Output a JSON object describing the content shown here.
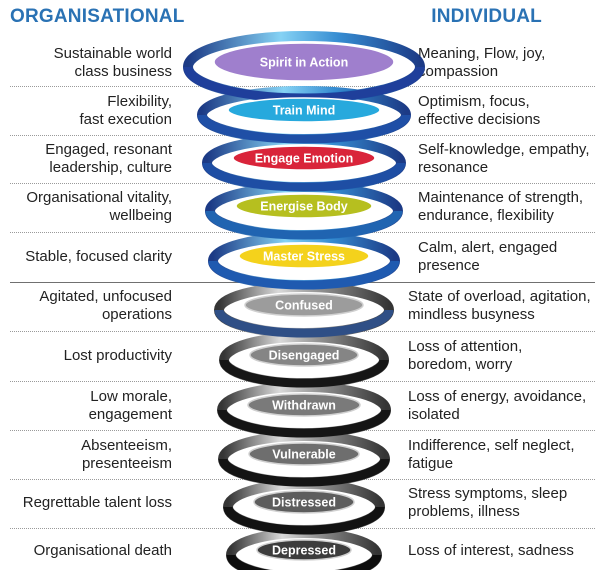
{
  "headers": {
    "left": "ORGANISATIONAL",
    "right": "INDIVIDUAL"
  },
  "levels": [
    {
      "stage": "Spirit in Action",
      "organisational": [
        "Sustainable world",
        "class business"
      ],
      "individual": [
        "Meaning, Flow, joy,",
        "compassion"
      ],
      "ring_color": "#9f7fcd",
      "band_color": "#1f3f9b"
    },
    {
      "stage": "Train Mind",
      "organisational": [
        "Flexibility,",
        "fast execution"
      ],
      "individual": [
        "Optimism, focus,",
        "effective decisions"
      ],
      "ring_color": "#27a9dd",
      "band_color": "#1f4fa6"
    },
    {
      "stage": "Engage Emotion",
      "organisational": [
        "Engaged, resonant",
        "leadership, culture"
      ],
      "individual": [
        "Self-knowledge, empathy,",
        "resonance"
      ],
      "ring_color": "#d9243a",
      "band_color": "#1e4ea4"
    },
    {
      "stage": "Energise Body",
      "organisational": [
        "Organisational vitality,",
        "wellbeing"
      ],
      "individual": [
        "Maintenance of strength,",
        "endurance, flexibility"
      ],
      "ring_color": "#b6bf1f",
      "band_color": "#2064b1"
    },
    {
      "stage": "Master Stress",
      "organisational": [
        "Stable, focused clarity"
      ],
      "individual": [
        "Calm, alert, engaged",
        "presence"
      ],
      "ring_color": "#f4d21c",
      "band_color": "#1f5ab0"
    },
    {
      "stage": "Confused",
      "organisational": [
        "Agitated, unfocused",
        "operations"
      ],
      "individual": [
        "State of overload, agitation,",
        "mindless busyness"
      ],
      "ring_color": "#9c9c9c",
      "band_color": "#2f4f86"
    },
    {
      "stage": "Disengaged",
      "organisational": [
        "Lost productivity"
      ],
      "individual": [
        "Loss of attention,",
        "boredom, worry"
      ],
      "ring_color": "#858585",
      "band_color": "#161616"
    },
    {
      "stage": "Withdrawn",
      "organisational": [
        "Low morale,",
        "engagement"
      ],
      "individual": [
        "Loss of energy, avoidance,",
        "isolated"
      ],
      "ring_color": "#7a7a7a",
      "band_color": "#151515"
    },
    {
      "stage": "Vulnerable",
      "organisational": [
        "Absenteeism,",
        "presenteeism"
      ],
      "individual": [
        "Indifference, self neglect,",
        "fatigue"
      ],
      "ring_color": "#6e6e6e",
      "band_color": "#141414"
    },
    {
      "stage": "Distressed",
      "organisational": [
        "Regrettable talent loss"
      ],
      "individual": [
        "Stress symptoms, sleep",
        "problems, illness"
      ],
      "ring_color": "#5d5d5d",
      "band_color": "#121212"
    },
    {
      "stage": "Depressed",
      "organisational": [
        "Organisational death"
      ],
      "individual": [
        "Loss of interest, sadness"
      ],
      "ring_color": "#3c3c3c",
      "band_color": "#0d0d0d"
    }
  ]
}
